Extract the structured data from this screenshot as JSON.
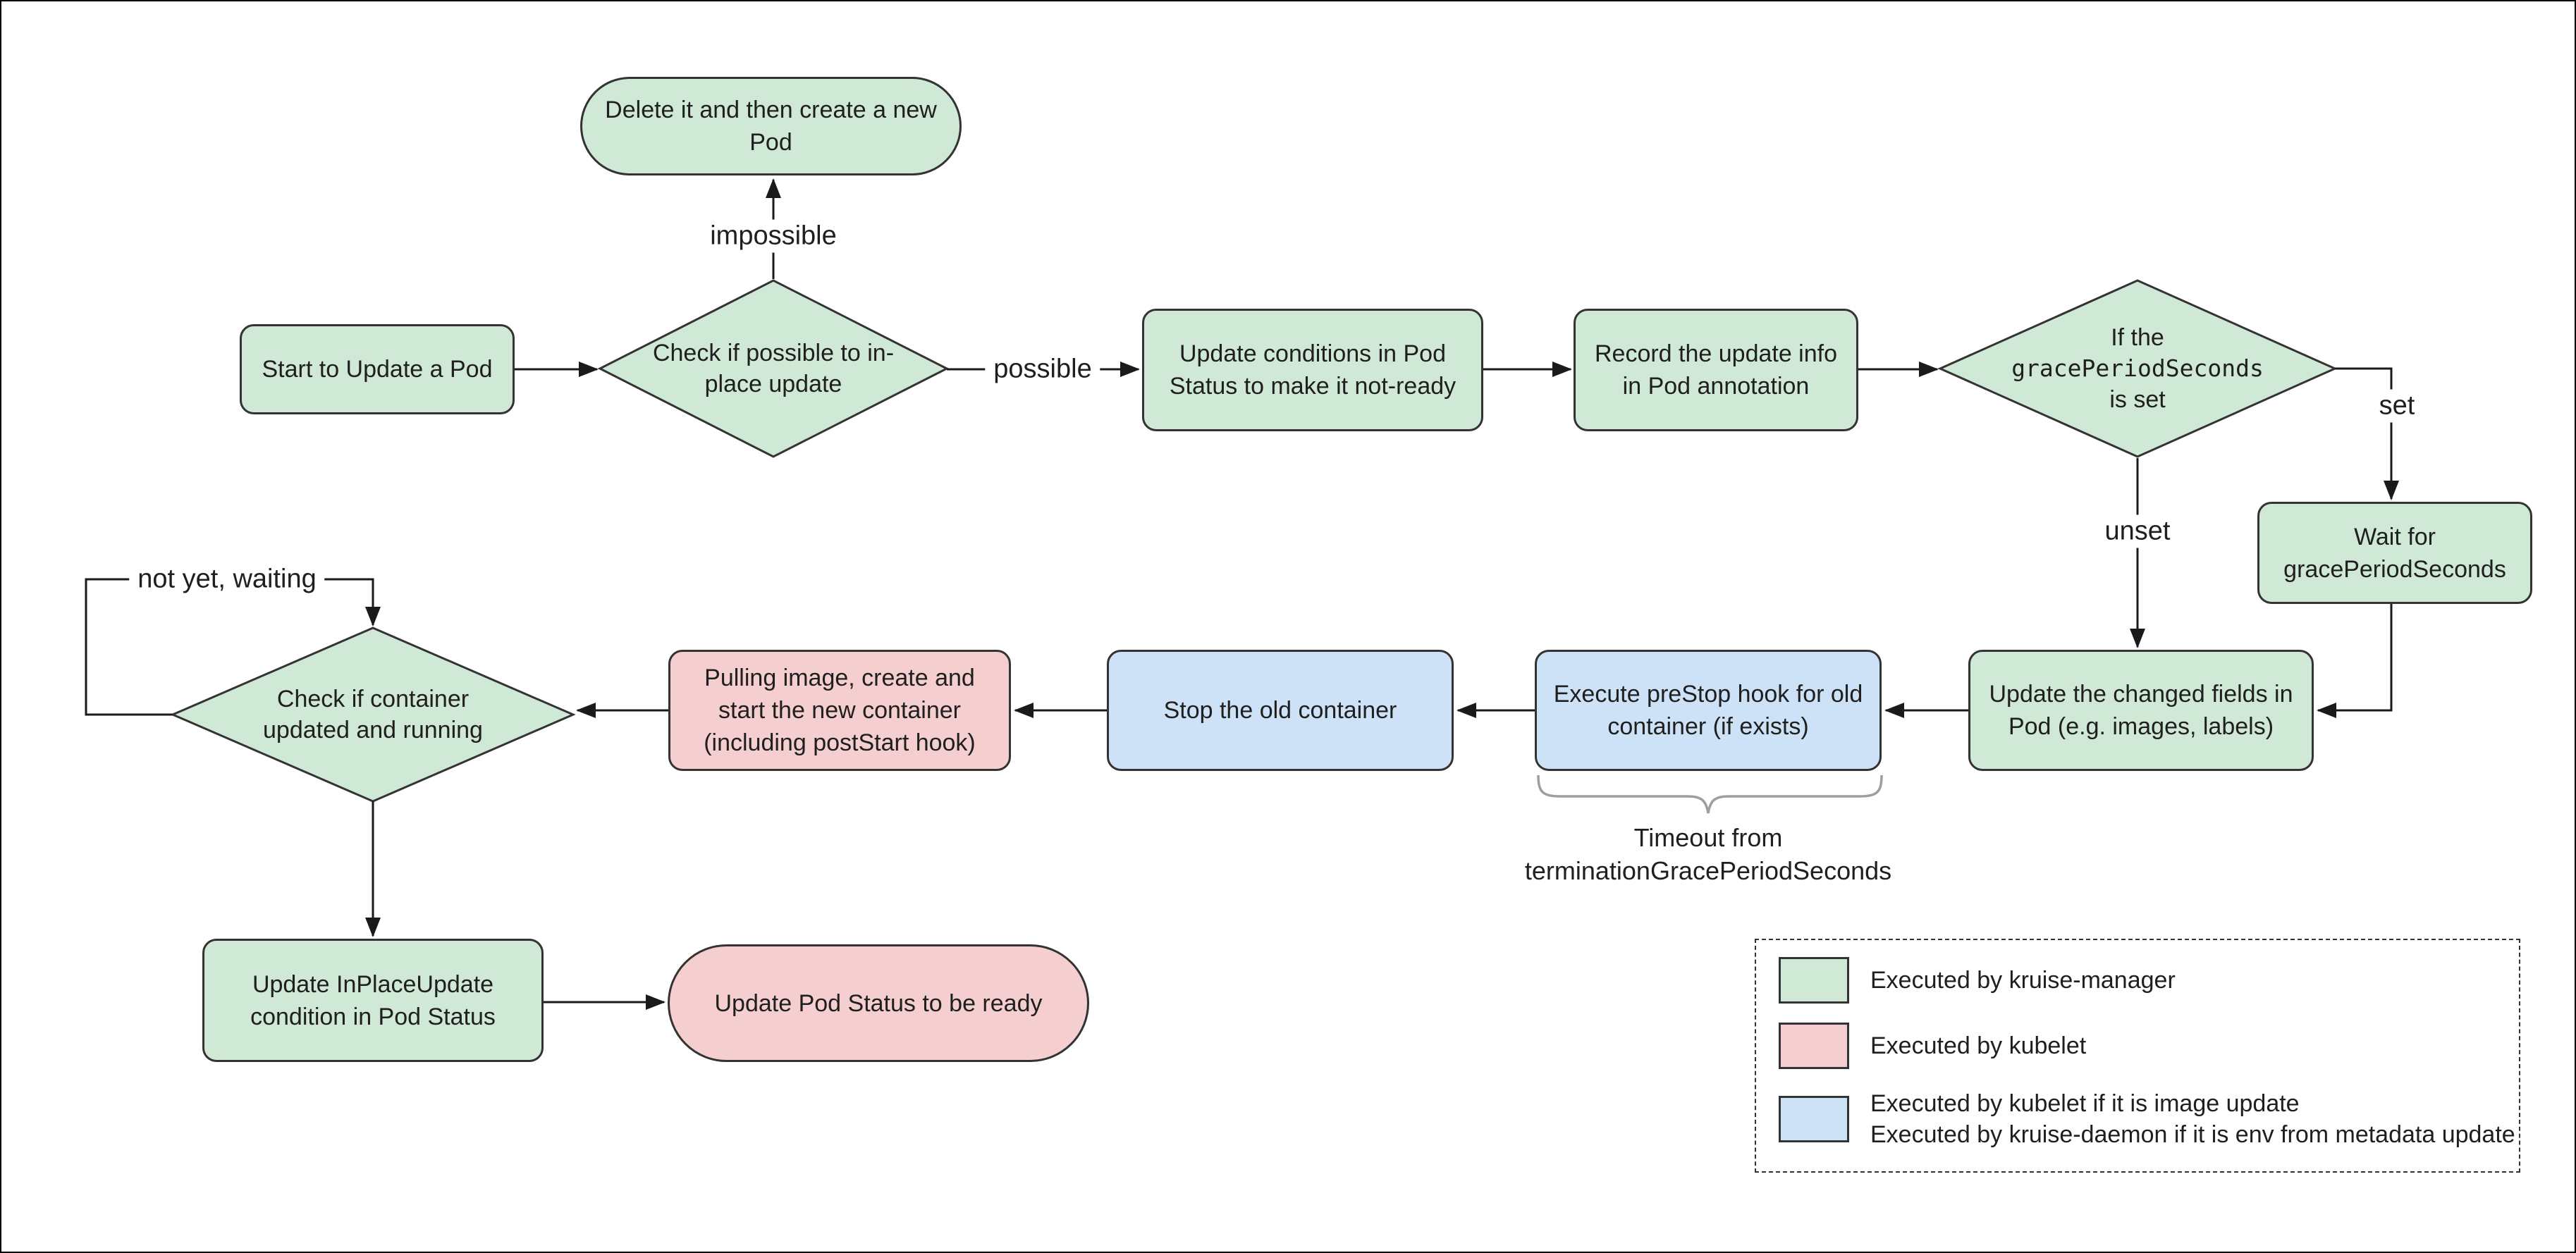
{
  "diagram": {
    "background": "#ffffff",
    "colors": {
      "green": "#d0e8d6",
      "pink": "#f5cfcf",
      "blue": "#cde2f6",
      "shape_stroke": "#333333",
      "edge_stroke": "#1a1a1a",
      "brace": "#9e9e9e"
    },
    "nodes": {
      "delete_recreate": {
        "label": "Delete it and then create a new Pod"
      },
      "start": {
        "label": "Start to Update a Pod"
      },
      "check_inplace": {
        "label": "Check if possible to in-place update"
      },
      "update_conditions": {
        "label": "Update conditions in Pod Status to make it not-ready"
      },
      "record_info": {
        "label": "Record the update info in Pod annotation"
      },
      "grace_check": {
        "line1": "If the",
        "line2": "gracePeriodSeconds",
        "line3": "is set"
      },
      "wait_grace": {
        "label": "Wait for gracePeriodSeconds"
      },
      "update_fields": {
        "label": "Update the changed fields in Pod (e.g. images, labels)"
      },
      "prestop": {
        "label": "Execute preStop hook for old container (if exists)"
      },
      "stop_old": {
        "label": "Stop the old container"
      },
      "pulling": {
        "label": "Pulling image, create and start the new container (including postStart hook)"
      },
      "check_running": {
        "label": "Check if container updated and running"
      },
      "inplace_condition": {
        "label": "Update InPlaceUpdate condition in Pod Status"
      },
      "pod_ready": {
        "label": "Update Pod Status to be ready"
      }
    },
    "edge_labels": {
      "impossible": "impossible",
      "possible": "possible",
      "set": "set",
      "unset": "unset",
      "not_yet": "not yet, waiting"
    },
    "annotations": {
      "timeout_line1": "Timeout from",
      "timeout_line2": "terminationGracePeriodSeconds"
    },
    "legend": {
      "items": [
        {
          "color_key": "green",
          "lines": [
            "Executed by kruise-manager"
          ]
        },
        {
          "color_key": "pink",
          "lines": [
            "Executed by kubelet"
          ]
        },
        {
          "color_key": "blue",
          "lines": [
            "Executed by kubelet if it is image update",
            "Executed by kruise-daemon if it is env from metadata update"
          ]
        }
      ]
    }
  }
}
